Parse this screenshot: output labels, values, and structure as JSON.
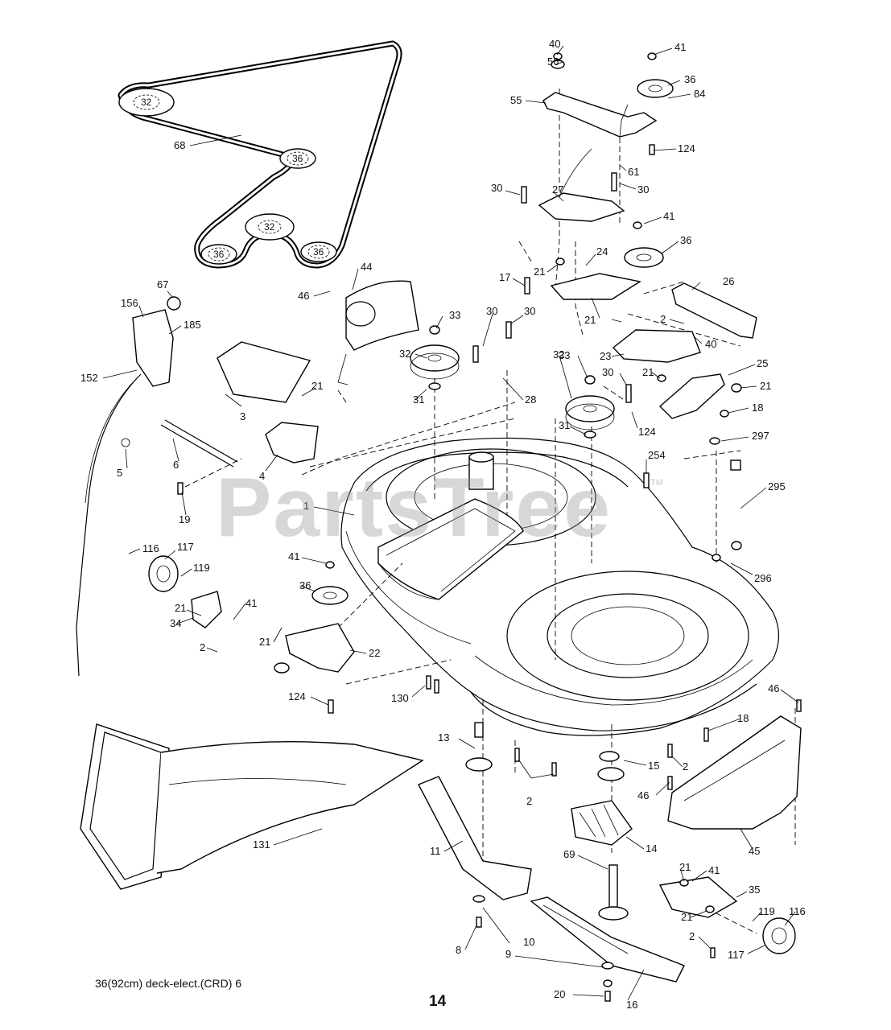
{
  "watermark": "PartsTree",
  "watermark_tm": "TM",
  "footer": {
    "model_text": "36(92cm)  deck-elect.(CRD)  6",
    "page_number": "14"
  },
  "belt_diagram": {
    "pulleys": [
      {
        "id": "belt-pulley-32-top",
        "label": "32"
      },
      {
        "id": "belt-pulley-36-upper",
        "label": "36"
      },
      {
        "id": "belt-pulley-32-center",
        "label": "32"
      },
      {
        "id": "belt-pulley-36-left",
        "label": "36"
      },
      {
        "id": "belt-pulley-36-right",
        "label": "36"
      }
    ]
  },
  "callouts": [
    {
      "label": "40"
    },
    {
      "label": "41"
    },
    {
      "label": "56"
    },
    {
      "label": "36"
    },
    {
      "label": "55"
    },
    {
      "label": "84"
    },
    {
      "label": "124"
    },
    {
      "label": "61"
    },
    {
      "label": "68"
    },
    {
      "label": "30"
    },
    {
      "label": "27"
    },
    {
      "label": "30"
    },
    {
      "label": "41"
    },
    {
      "label": "21"
    },
    {
      "label": "24"
    },
    {
      "label": "36"
    },
    {
      "label": "17"
    },
    {
      "label": "44"
    },
    {
      "label": "46"
    },
    {
      "label": "26"
    },
    {
      "label": "67"
    },
    {
      "label": "156"
    },
    {
      "label": "185"
    },
    {
      "label": "30"
    },
    {
      "label": "30"
    },
    {
      "label": "33"
    },
    {
      "label": "2"
    },
    {
      "label": "21"
    },
    {
      "label": "40"
    },
    {
      "label": "23"
    },
    {
      "label": "25"
    },
    {
      "label": "32"
    },
    {
      "label": "33"
    },
    {
      "label": "30"
    },
    {
      "label": "21"
    },
    {
      "label": "21"
    },
    {
      "label": "152"
    },
    {
      "label": "21"
    },
    {
      "label": "31"
    },
    {
      "label": "28"
    },
    {
      "label": "32"
    },
    {
      "label": "18"
    },
    {
      "label": "3"
    },
    {
      "label": "124"
    },
    {
      "label": "31"
    },
    {
      "label": "297"
    },
    {
      "label": "5"
    },
    {
      "label": "6"
    },
    {
      "label": "4"
    },
    {
      "label": "254"
    },
    {
      "label": "19"
    },
    {
      "label": "295"
    },
    {
      "label": "1"
    },
    {
      "label": "116"
    },
    {
      "label": "117"
    },
    {
      "label": "119"
    },
    {
      "label": "41"
    },
    {
      "label": "296"
    },
    {
      "label": "21"
    },
    {
      "label": "41"
    },
    {
      "label": "36"
    },
    {
      "label": "34"
    },
    {
      "label": "2"
    },
    {
      "label": "21"
    },
    {
      "label": "22"
    },
    {
      "label": "124"
    },
    {
      "label": "130"
    },
    {
      "label": "46"
    },
    {
      "label": "18"
    },
    {
      "label": "13"
    },
    {
      "label": "15"
    },
    {
      "label": "2"
    },
    {
      "label": "46"
    },
    {
      "label": "2"
    },
    {
      "label": "131"
    },
    {
      "label": "11"
    },
    {
      "label": "14"
    },
    {
      "label": "45"
    },
    {
      "label": "69"
    },
    {
      "label": "21"
    },
    {
      "label": "41"
    },
    {
      "label": "35"
    },
    {
      "label": "21"
    },
    {
      "label": "119"
    },
    {
      "label": "116"
    },
    {
      "label": "2"
    },
    {
      "label": "117"
    },
    {
      "label": "8"
    },
    {
      "label": "10"
    },
    {
      "label": "9"
    },
    {
      "label": "20"
    },
    {
      "label": "16"
    }
  ]
}
